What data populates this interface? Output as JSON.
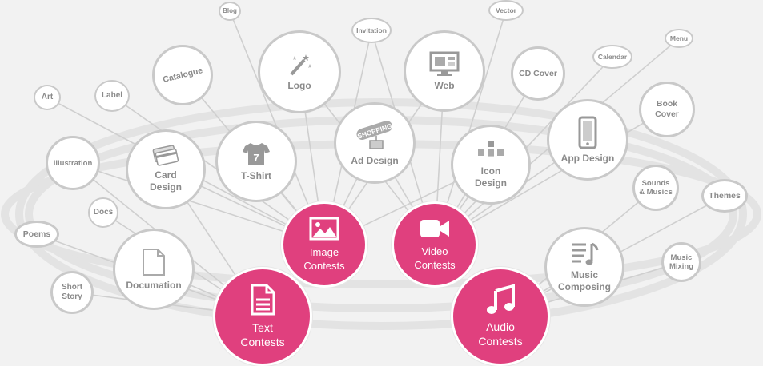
{
  "colors": {
    "accent": "#e0407e",
    "node_border": "#c9c9c9",
    "node_text": "#8a8a8a",
    "line": "#cfcfcf",
    "ring": "#e3e3e3",
    "background": "#f2f2f2"
  },
  "categories": {
    "image": "Image\nContests",
    "video": "Video\nContests",
    "text": "Text\nContests",
    "audio": "Audio\nContests"
  },
  "nodes": {
    "logo": "Logo",
    "web": "Web",
    "tshirt": "T-Shirt",
    "ad_design": "Ad Design",
    "card_design": "Card\nDesign",
    "icon_design": "Icon\nDesign",
    "app_design": "App Design",
    "documentation": "Documation",
    "music_composing": "Music\nComposing",
    "catalogue": "Catalogue",
    "cd_cover": "CD Cover",
    "book_cover": "Book Cover",
    "illustration": "Illustration",
    "sounds_musics": "Sounds\n& Musics",
    "themes": "Themes",
    "poems": "Poems",
    "short_story": "Short\nStory",
    "docs": "Docs",
    "music_mixing": "Music\nMixing",
    "art": "Art",
    "label": "Label",
    "blog": "Blog",
    "invitation": "Invitation",
    "vector": "Vector",
    "calendar": "Calendar",
    "menu": "Menu"
  },
  "icons": {
    "image": "picture-icon",
    "video": "video-camera-icon",
    "text": "document-icon",
    "audio": "music-note-icon",
    "logo": "magic-wand-icon",
    "web": "monitor-icon",
    "tshirt": "tshirt-icon",
    "ad_design": "shopping-sign-icon",
    "card_design": "business-cards-icon",
    "icon_design": "icon-grid-icon",
    "app_design": "smartphone-icon",
    "documentation": "blank-page-icon",
    "music_composing": "sheet-music-icon"
  },
  "shopping_sign_text": "SHOPPING",
  "tshirt_number": "7"
}
